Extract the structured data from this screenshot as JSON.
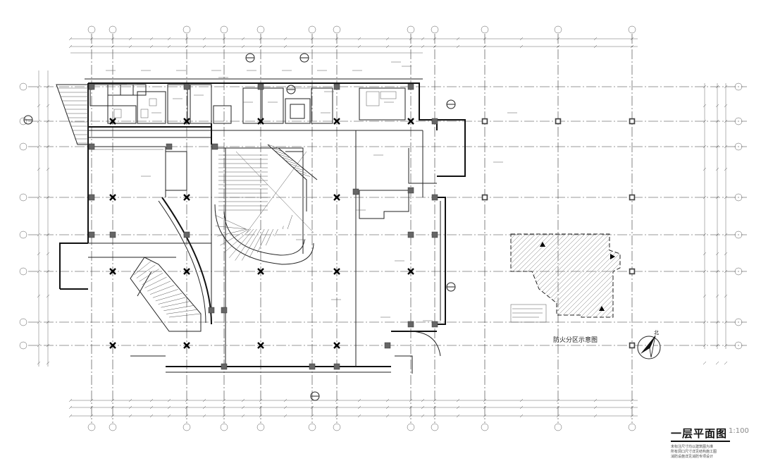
{
  "drawing": {
    "title": "一层平面图",
    "scale": "1:100",
    "fire_zone_label": "防火分区示意图",
    "north_label": "北",
    "notes": [
      "未标注尺寸均以建筑图为准",
      "所有洞口尺寸详见结构施工图",
      "消防设施详见消防专项设计"
    ]
  },
  "colors": {
    "line": "#222222",
    "column": "#666666",
    "hatch": "#777777",
    "background": "#ffffff"
  }
}
